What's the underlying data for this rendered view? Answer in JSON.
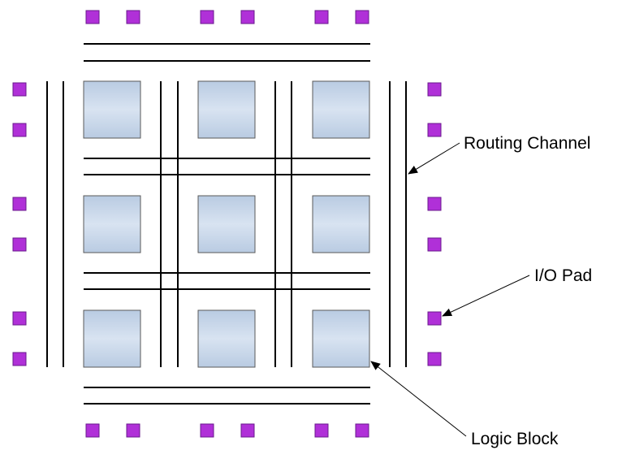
{
  "labels": {
    "routing_channel": "Routing Channel",
    "io_pad": "I/O Pad",
    "logic_block": "Logic Block"
  },
  "colors": {
    "pad_fill": "#b030d8",
    "pad_stroke": "#6a1a8c",
    "block_center": "#d8e3f1",
    "block_edge": "#b9cbe2",
    "block_stroke": "#5a5a5a",
    "wire": "#000000"
  },
  "grid": {
    "rows": 3,
    "cols": 3,
    "io_pads_per_side": 6
  }
}
